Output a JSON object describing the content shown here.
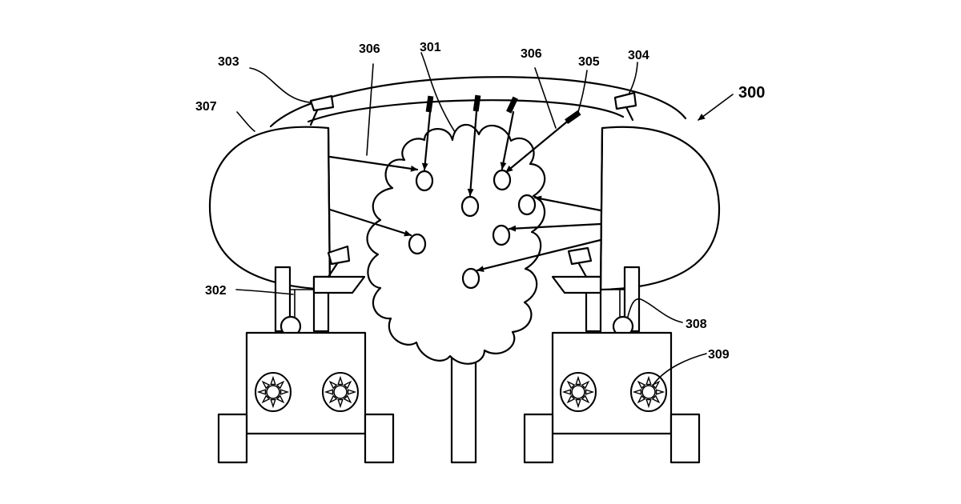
{
  "labels": {
    "system": "300",
    "tree": "301",
    "machine_left": "302",
    "sensor_left": "303",
    "sensor_right": "304",
    "emitter": "305",
    "frame_left": "306",
    "frame_right": "306",
    "canopy": "307",
    "joint": "308",
    "wheel_light": "309"
  }
}
